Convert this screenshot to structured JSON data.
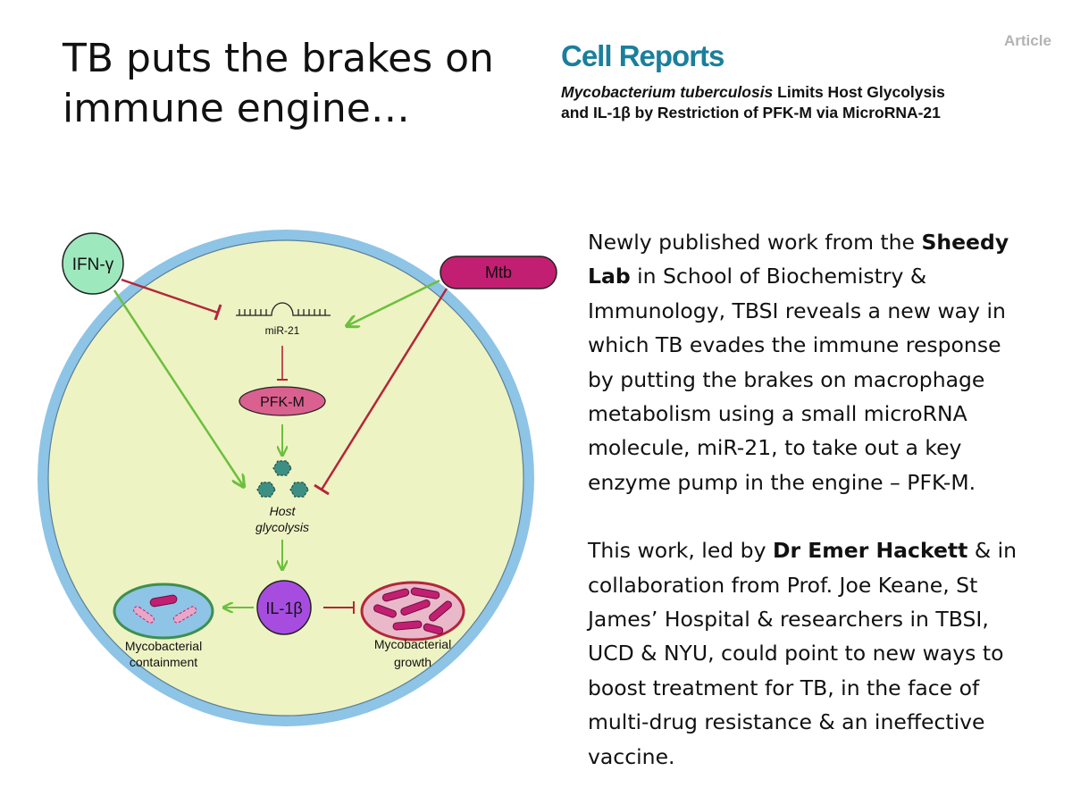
{
  "slide": {
    "title_line1": "TB puts the brakes on",
    "title_line2": "immune engine…"
  },
  "publication": {
    "tag": "Article",
    "journal": "Cell Reports",
    "title_italic": "Mycobacterium tuberculosis",
    "title_rest_line1": " Limits Host Glycolysis",
    "title_line2": "and IL-1β by Restriction of PFK-M via MicroRNA-21"
  },
  "diagram": {
    "ifn_label": "IFN-γ",
    "mtb_label": "Mtb",
    "mir_label": "miR-21",
    "pfk_label": "PFK-M",
    "glycolysis_line1": "Host",
    "glycolysis_line2": "glycolysis",
    "il_label": "IL-1β",
    "containment_line1": "Mycobacterial",
    "containment_line2": "containment",
    "growth_line1": "Mycobacterial",
    "growth_line2": "growth",
    "colors": {
      "cell_outer": "#8ec4e6",
      "cell_inner": "#eef3c3",
      "activate": "#6cbf3e",
      "inhibit": "#b3263a",
      "ifn": "#9ee8bd",
      "mtb": "#c21f72",
      "il": "#a64de0",
      "enzyme": "#3e8f83"
    }
  },
  "text": {
    "p1": [
      {
        "pre": "Newly published work from the ",
        "bold": "Sheedy",
        "post": ""
      },
      {
        "pre": "",
        "bold": "Lab",
        "post": " in School of Biochemistry &"
      },
      {
        "pre": "Immunology, TBSI reveals a new way in",
        "bold": "",
        "post": ""
      },
      {
        "pre": "which TB evades the immune response",
        "bold": "",
        "post": ""
      },
      {
        "pre": "by putting the brakes on macrophage",
        "bold": "",
        "post": ""
      },
      {
        "pre": "metabolism using a small microRNA",
        "bold": "",
        "post": ""
      },
      {
        "pre": "molecule, miR-21, to take out a key",
        "bold": "",
        "post": ""
      },
      {
        "pre": "enzyme pump in the engine – PFK-M.",
        "bold": "",
        "post": ""
      }
    ],
    "p2": [
      {
        "pre": "This work, led by ",
        "bold": "Dr Emer Hackett",
        "post": " & in"
      },
      {
        "pre": "collaboration from Prof. Joe Keane, St",
        "bold": "",
        "post": ""
      },
      {
        "pre": "James’ Hospital & researchers in TBSI,",
        "bold": "",
        "post": ""
      },
      {
        "pre": "UCD & NYU, could point to new ways to",
        "bold": "",
        "post": ""
      },
      {
        "pre": "boost treatment for TB, in the face of",
        "bold": "",
        "post": ""
      },
      {
        "pre": "multi-drug resistance & an ineffective",
        "bold": "",
        "post": ""
      },
      {
        "pre": "vaccine.",
        "bold": "",
        "post": ""
      }
    ]
  }
}
